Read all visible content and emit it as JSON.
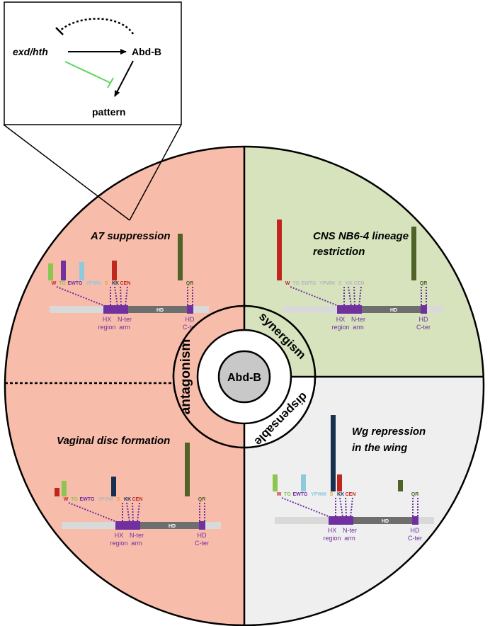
{
  "inset": {
    "left_node": "exd/hth",
    "right_node": "Abd-B",
    "bottom_node": "pattern"
  },
  "center": {
    "label": "Abd-B"
  },
  "ring": {
    "antagonism": "antagonism",
    "synergism": "synergism",
    "dispensable": "dispensable"
  },
  "quadrants": {
    "a7": {
      "title": "A7 suppression"
    },
    "cns": {
      "title_line1": "CNS NB6-4 lineage",
      "title_line2": "restriction"
    },
    "vag": {
      "title": "Vaginal disc formation"
    },
    "wg": {
      "title_line1": "Wg repression",
      "title_line2": "in the wing"
    }
  },
  "protein": {
    "motifs": {
      "w": "W",
      "tg": "TG",
      "ewtg": "EWTG",
      "ypwm": "YPWM",
      "s": "S",
      "kk": "KK",
      "cen": "CEN",
      "qr": "QR"
    },
    "hd": "HD",
    "hx_region_line1": "HX",
    "hx_region_line2": "region",
    "nter_line1": "N-ter",
    "nter_line2": "arm",
    "hd_cter_line1": "HD",
    "hd_cter_line2": "C-ter"
  },
  "colors": {
    "antagonism_bg": "#f8bcaa",
    "synergism_bg": "#d6e3bd",
    "dispensable_bg": "#efefef",
    "purple": "#7030a0",
    "green_line": "#5ed65e",
    "w_red": "#c0261e",
    "tg_green": "#8cc651",
    "ewtg_purple": "#7030a0",
    "ypwm_blue": "#8fcadc",
    "s_orange": "#f0a030",
    "kk_navy": "#17304f",
    "cen_red": "#c0261e",
    "qr_olive": "#4f6228"
  }
}
